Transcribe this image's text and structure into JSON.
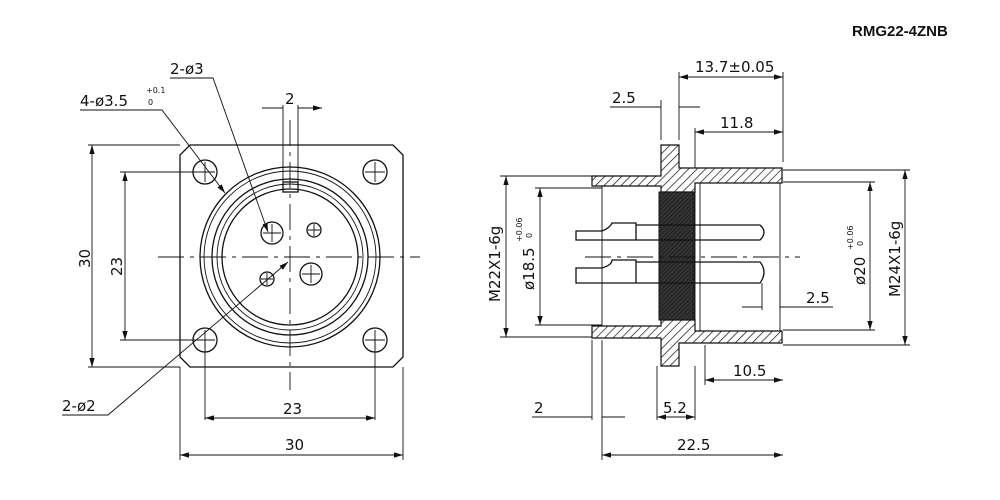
{
  "title": "RMG22-4ZNB",
  "front_view": {
    "mount_holes": {
      "main": "4-ø3.5",
      "tol_upper": "+0.1",
      "tol_lower": "0"
    },
    "pins_large": "2-ø3",
    "pins_small": "2-ø2",
    "key_width": "2",
    "height_outer": "30",
    "height_holes": "23",
    "width_holes": "23",
    "width_outer": "30"
  },
  "side_view": {
    "thread_rear": "M22X1-6g",
    "dia_rear": {
      "main": "ø18.5",
      "tol_upper": "+0.06",
      "tol_lower": "0"
    },
    "dia_front": {
      "main": "ø20",
      "tol_upper": "+0.06",
      "tol_lower": "0"
    },
    "thread_front": "M24X1-6g",
    "front_length": "13.7±0.05",
    "flange_thickness": "2.5",
    "thread_length": "11.8",
    "pin_offset": "2.5",
    "body_length_front": "10.5",
    "rear_lip": "2",
    "insulator_thickness": "5.2",
    "total_length": "22.5"
  }
}
